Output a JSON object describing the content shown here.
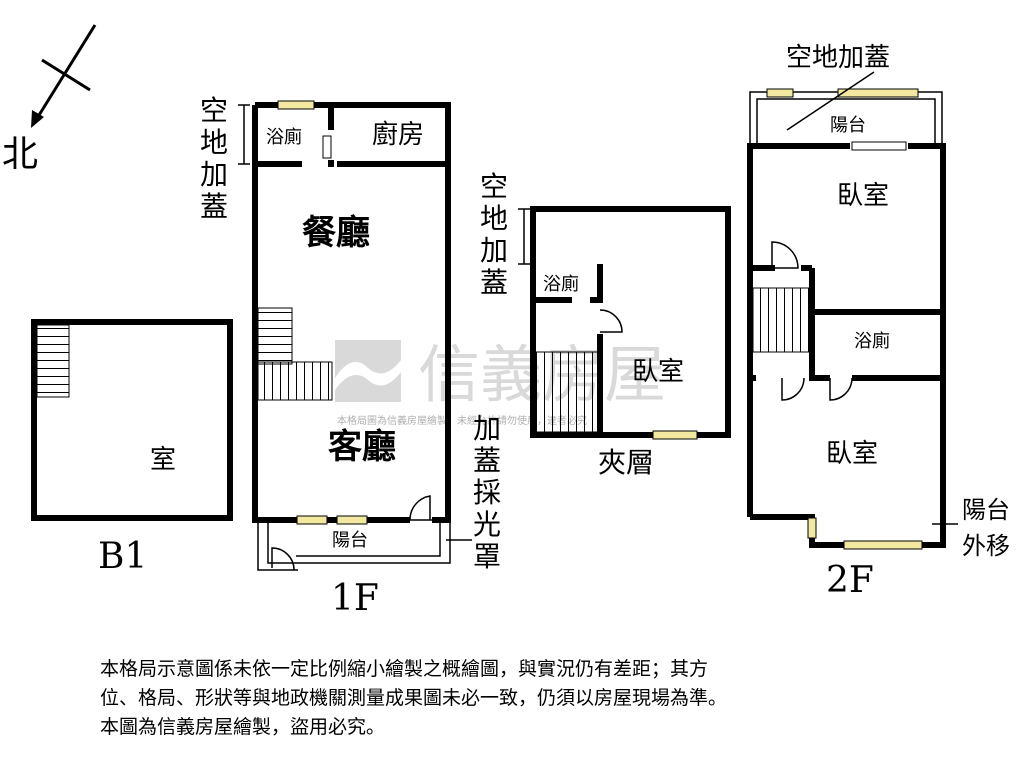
{
  "compass": {
    "label": "北"
  },
  "watermark": {
    "brand": "信義房屋",
    "notice": "本格局圖為信義房屋繪製，未經允許請勿使用，違者必究"
  },
  "floors": {
    "b1": {
      "title": "B1",
      "rooms": {
        "room": "室"
      }
    },
    "f1": {
      "title": "1F",
      "rooms": {
        "bath": "浴廁",
        "kitchen": "廚房",
        "dining": "餐廳",
        "living": "客廳",
        "balcony": "陽台"
      },
      "notes": {
        "open_space": "空地加蓋",
        "skylight": "加蓋採光罩"
      }
    },
    "mezz": {
      "title": "夾層",
      "rooms": {
        "bath": "浴廁",
        "bedroom": "臥室"
      },
      "notes": {
        "open_space": "空地加蓋"
      }
    },
    "f2": {
      "title": "2F",
      "rooms": {
        "bedroom_top": "臥室",
        "bath": "浴廁",
        "bedroom_bottom": "臥室",
        "balcony_top": "陽台"
      },
      "notes": {
        "open_space": "空地加蓋",
        "balcony_moved": "陽台外移"
      }
    }
  },
  "disclaimer": {
    "line1": "本格局示意圖係未依一定比例縮小繪製之概繪圖，與實況仍有差距；其方",
    "line2": "位、格局、形狀等與地政機關測量成果圖未必一致，仍須以房屋現場為準。",
    "line3": "本圖為信義房屋繪製，盜用必究。"
  },
  "colors": {
    "wall": "#000000",
    "window": "#f2e8a0",
    "watermark": "#d9d9d9"
  }
}
